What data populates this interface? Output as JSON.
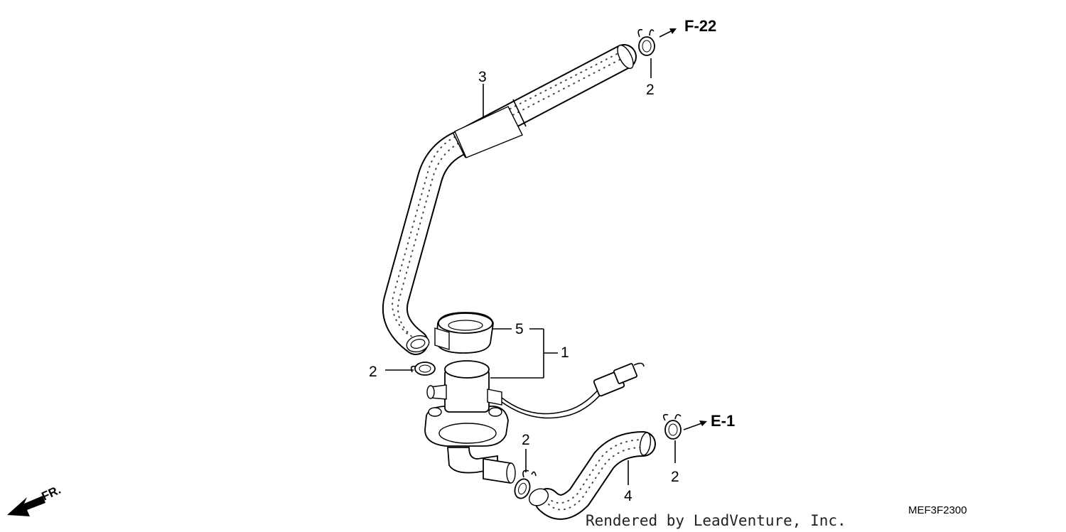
{
  "callouts": {
    "c1": "1",
    "c2_top": "2",
    "c2_left": "2",
    "c2_mid": "2",
    "c2_right": "2",
    "c3": "3",
    "c4": "4",
    "c5": "5"
  },
  "refs": {
    "f22": "F-22",
    "e1": "E-1"
  },
  "diagram_code": "MEF3F2300",
  "credit": "Rendered by LeadVenture, Inc.",
  "front_marker": "FR."
}
